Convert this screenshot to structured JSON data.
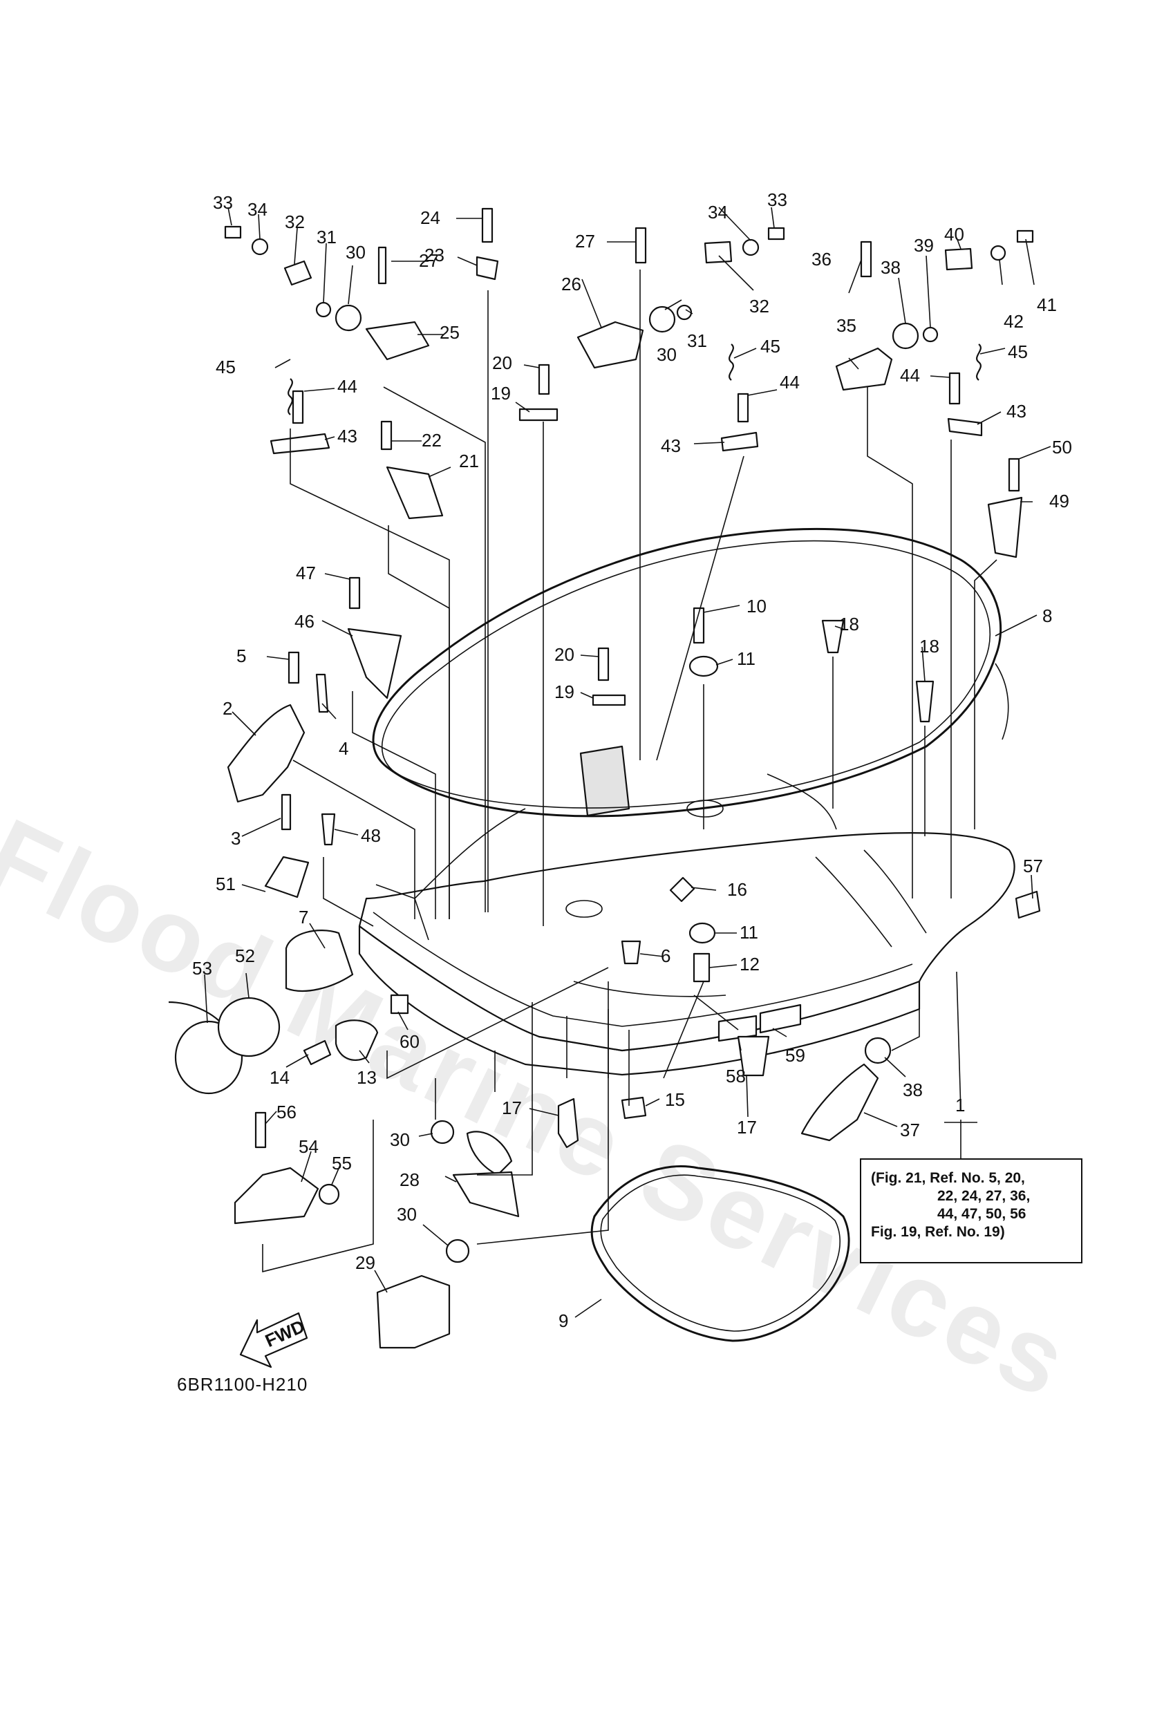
{
  "watermark": "Flood Marine Services",
  "diagram_code": "6BR1100-H210",
  "fwd_label": "FWD",
  "reference_note": {
    "line1": "(Fig. 21, Ref. No. 5, 20,",
    "line2": "22, 24, 27, 36,",
    "line3": "44, 47, 50, 56",
    "line4": "Fig. 19, Ref. No. 19)"
  },
  "callouts": [
    {
      "id": "c33a",
      "text": "33"
    },
    {
      "id": "c34a",
      "text": "34"
    },
    {
      "id": "c32a",
      "text": "32"
    },
    {
      "id": "c31a",
      "text": "31"
    },
    {
      "id": "c30a",
      "text": "30"
    },
    {
      "id": "c27a",
      "text": "27"
    },
    {
      "id": "c24",
      "text": "24"
    },
    {
      "id": "c23",
      "text": "23"
    },
    {
      "id": "c25",
      "text": "25"
    },
    {
      "id": "c45a",
      "text": "45"
    },
    {
      "id": "c44a",
      "text": "44"
    },
    {
      "id": "c43a",
      "text": "43"
    },
    {
      "id": "c22",
      "text": "22"
    },
    {
      "id": "c21",
      "text": "21"
    },
    {
      "id": "c27b",
      "text": "27"
    },
    {
      "id": "c26",
      "text": "26"
    },
    {
      "id": "c20a",
      "text": "20"
    },
    {
      "id": "c19a",
      "text": "19"
    },
    {
      "id": "c34b",
      "text": "34"
    },
    {
      "id": "c33b",
      "text": "33"
    },
    {
      "id": "c32b",
      "text": "32"
    },
    {
      "id": "c30b",
      "text": "30"
    },
    {
      "id": "c31b",
      "text": "31"
    },
    {
      "id": "c45b",
      "text": "45"
    },
    {
      "id": "c44b",
      "text": "44"
    },
    {
      "id": "c43b",
      "text": "43"
    },
    {
      "id": "c40",
      "text": "40"
    },
    {
      "id": "c36",
      "text": "36"
    },
    {
      "id": "c38a",
      "text": "38"
    },
    {
      "id": "c39",
      "text": "39"
    },
    {
      "id": "c41",
      "text": "41"
    },
    {
      "id": "c42",
      "text": "42"
    },
    {
      "id": "c35",
      "text": "35"
    },
    {
      "id": "c45c",
      "text": "45"
    },
    {
      "id": "c44c",
      "text": "44"
    },
    {
      "id": "c43c",
      "text": "43"
    },
    {
      "id": "c50",
      "text": "50"
    },
    {
      "id": "c49",
      "text": "49"
    },
    {
      "id": "c8",
      "text": "8"
    },
    {
      "id": "c47",
      "text": "47"
    },
    {
      "id": "c46",
      "text": "46"
    },
    {
      "id": "c5",
      "text": "5"
    },
    {
      "id": "c2",
      "text": "2"
    },
    {
      "id": "c4",
      "text": "4"
    },
    {
      "id": "c10",
      "text": "10"
    },
    {
      "id": "c18a",
      "text": "18"
    },
    {
      "id": "c18b",
      "text": "18"
    },
    {
      "id": "c20b",
      "text": "20"
    },
    {
      "id": "c11a",
      "text": "11"
    },
    {
      "id": "c19b",
      "text": "19"
    },
    {
      "id": "c3",
      "text": "3"
    },
    {
      "id": "c48",
      "text": "48"
    },
    {
      "id": "c51",
      "text": "51"
    },
    {
      "id": "c16",
      "text": "16"
    },
    {
      "id": "c57",
      "text": "57"
    },
    {
      "id": "c7",
      "text": "7"
    },
    {
      "id": "c11b",
      "text": "11"
    },
    {
      "id": "c6",
      "text": "6"
    },
    {
      "id": "c12",
      "text": "12"
    },
    {
      "id": "c53",
      "text": "53"
    },
    {
      "id": "c52",
      "text": "52"
    },
    {
      "id": "c60",
      "text": "60"
    },
    {
      "id": "c14",
      "text": "14"
    },
    {
      "id": "c13",
      "text": "13"
    },
    {
      "id": "c58",
      "text": "58"
    },
    {
      "id": "c59",
      "text": "59"
    },
    {
      "id": "c38b",
      "text": "38"
    },
    {
      "id": "c56",
      "text": "56"
    },
    {
      "id": "c17a",
      "text": "17"
    },
    {
      "id": "c15",
      "text": "15"
    },
    {
      "id": "c17b",
      "text": "17"
    },
    {
      "id": "c1",
      "text": "1"
    },
    {
      "id": "c37",
      "text": "37"
    },
    {
      "id": "c54",
      "text": "54"
    },
    {
      "id": "c55",
      "text": "55"
    },
    {
      "id": "c30c",
      "text": "30"
    },
    {
      "id": "c28",
      "text": "28"
    },
    {
      "id": "c30d",
      "text": "30"
    },
    {
      "id": "c29",
      "text": "29"
    },
    {
      "id": "c9",
      "text": "9"
    }
  ]
}
